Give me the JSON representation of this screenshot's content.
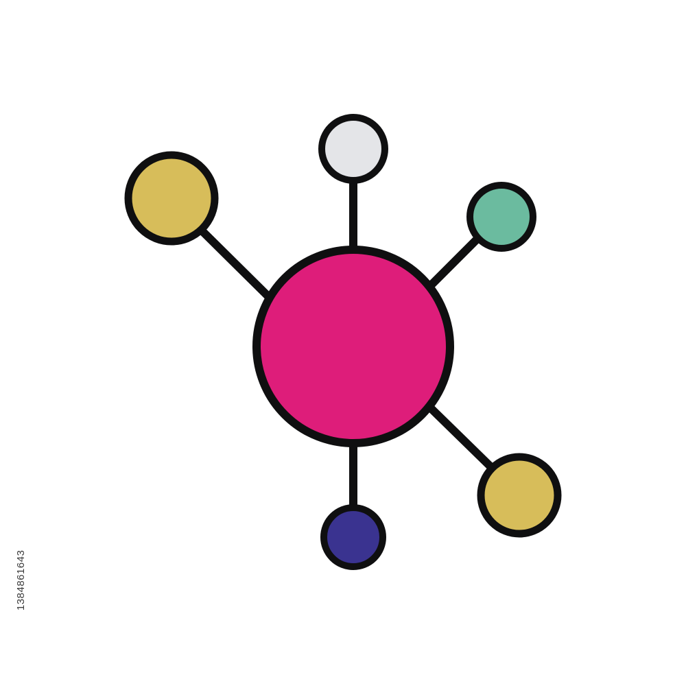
{
  "icon": {
    "name": "network-hub-icon",
    "stroke_color": "#0f0f10",
    "center_node": {
      "name": "hub-node",
      "fill": "#de1d7a"
    },
    "satellite_nodes": [
      {
        "name": "node-upper-left",
        "fill": "#d7bd5a"
      },
      {
        "name": "node-top",
        "fill": "#e4e5e8"
      },
      {
        "name": "node-upper-right",
        "fill": "#6bbb9f"
      },
      {
        "name": "node-lower-right",
        "fill": "#d7bd5a"
      },
      {
        "name": "node-bottom",
        "fill": "#3a3390"
      }
    ]
  },
  "watermark": {
    "stock_id": "1384861643"
  }
}
